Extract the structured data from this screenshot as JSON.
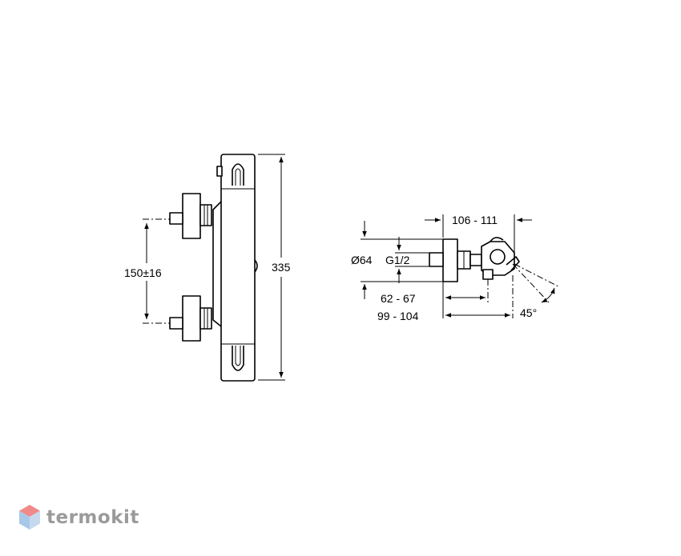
{
  "front_view": {
    "spacing_label": "150±16",
    "height_label": "335"
  },
  "side_view": {
    "diameter_label": "Ø64",
    "thread_label": "G1/2",
    "depth_range_label": "106 - 111",
    "offset_label_a": "62 - 67",
    "offset_label_b": "99 - 104",
    "angle_label": "45°"
  },
  "watermark": {
    "brand": "termokit",
    "colors": {
      "top": "#f08a8a",
      "left": "#a9c8e8",
      "right": "#c7d9ee",
      "text": "#9a9a9a"
    }
  }
}
